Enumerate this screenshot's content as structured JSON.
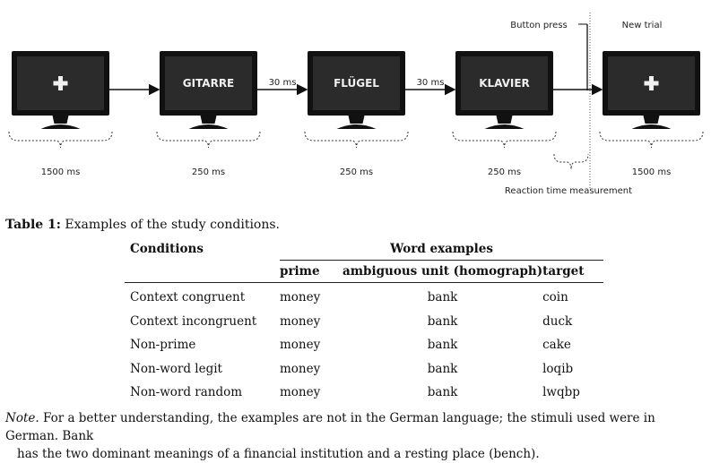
{
  "figure": {
    "screens": [
      {
        "content": "+",
        "duration": "1500 ms"
      },
      {
        "content": "GITARRE",
        "duration": "250 ms"
      },
      {
        "content": "FLÜGEL",
        "duration": "250 ms"
      },
      {
        "content": "KLAVIER",
        "duration": "250 ms"
      },
      {
        "content": "+",
        "duration": "1500 ms"
      }
    ],
    "gaps": [
      "30 ms",
      "30 ms"
    ],
    "button_press": "Button press",
    "new_trial": "New trial",
    "reaction_time": "Reaction time measurement"
  },
  "caption": {
    "label": "Table 1:",
    "text": " Examples of the study conditions."
  },
  "table": {
    "conditions_header": "Conditions",
    "word_examples_header": "Word examples",
    "columns": [
      "prime",
      "ambiguous unit (homograph)",
      "target"
    ],
    "rows": [
      {
        "condition": "Context congruent",
        "prime": "money",
        "homograph": "bank",
        "target": "coin"
      },
      {
        "condition": "Context incongruent",
        "prime": "money",
        "homograph": "bank",
        "target": "duck"
      },
      {
        "condition": "Non-prime",
        "prime": "money",
        "homograph": "bank",
        "target": "cake"
      },
      {
        "condition": "Non-word legit",
        "prime": "money",
        "homograph": "bank",
        "target": "loqib"
      },
      {
        "condition": "Non-word random",
        "prime": "money",
        "homograph": "bank",
        "target": "lwqbp"
      }
    ]
  },
  "note": {
    "label": "Note.",
    "line1": " For a better understanding, the examples are not in the German language; the stimuli used were in German. Bank",
    "line2": "has the two dominant meanings of a financial institution and a resting place (bench)."
  }
}
